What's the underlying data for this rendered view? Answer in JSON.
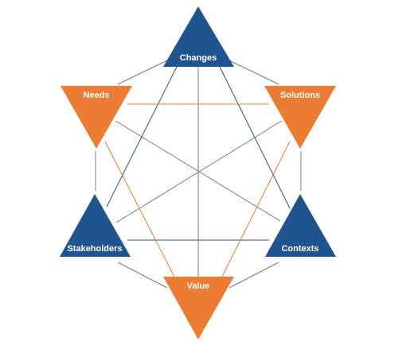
{
  "diagram": {
    "colors": {
      "blue": "#1f5491",
      "orange": "#ec7b33",
      "gray_line": "#7a7a7a",
      "blue_line": "#1f5491",
      "orange_line": "#ec7b33",
      "label_text": "#ffffff"
    },
    "nodes": {
      "changes": {
        "label": "Changes",
        "color": "blue"
      },
      "solutions": {
        "label": "Solutions",
        "color": "orange"
      },
      "contexts": {
        "label": "Contexts",
        "color": "blue"
      },
      "value": {
        "label": "Value",
        "color": "orange"
      },
      "stakeholders": {
        "label": "Stakeholders",
        "color": "blue"
      },
      "needs": {
        "label": "Needs",
        "color": "orange"
      }
    }
  }
}
